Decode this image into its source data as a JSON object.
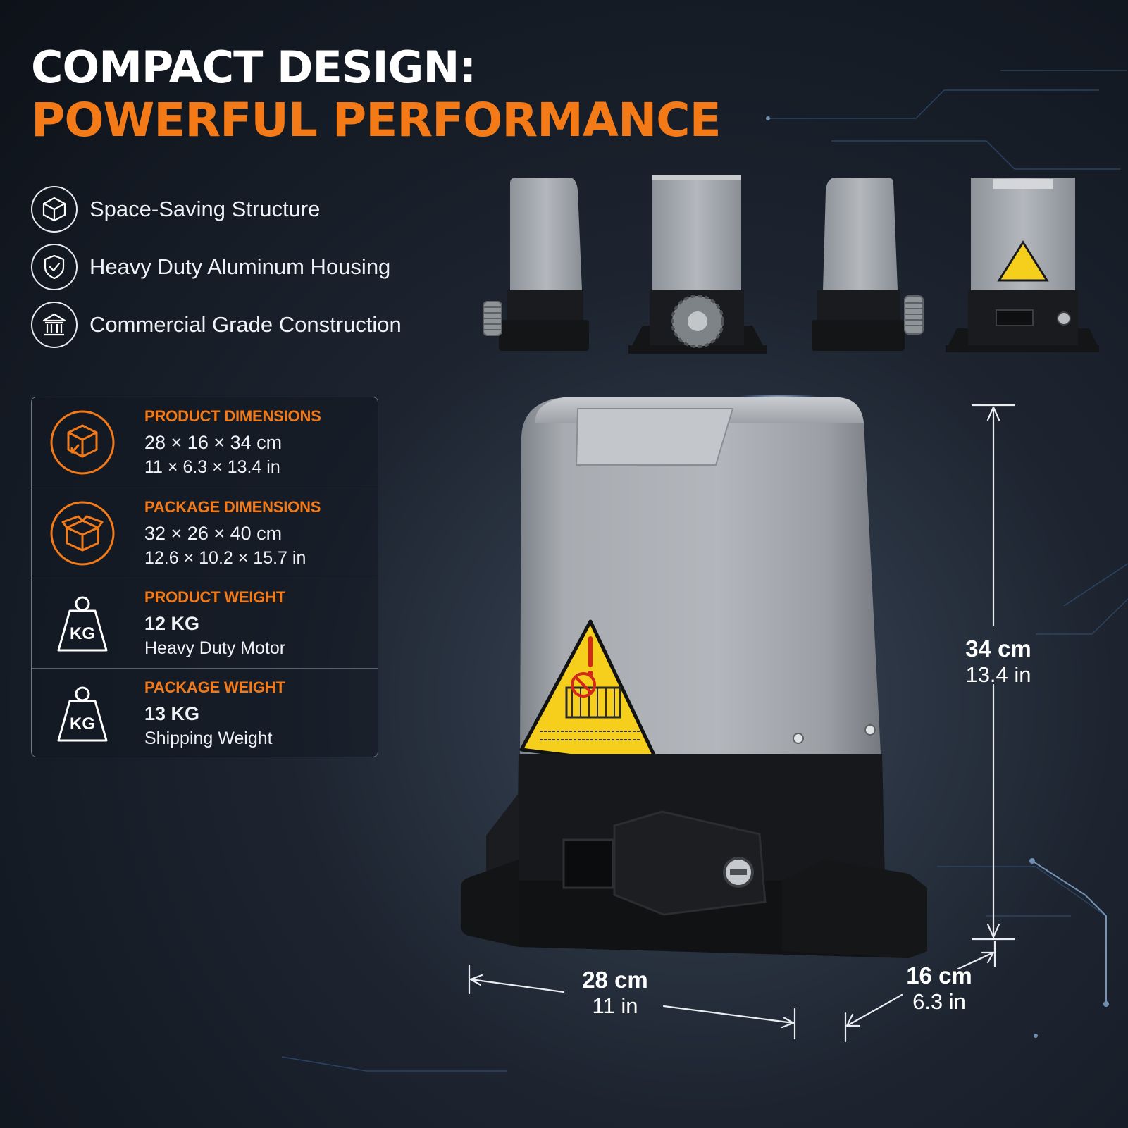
{
  "headline": {
    "line1": "COMPACT DESIGN:",
    "line2": "POWERFUL PERFORMANCE"
  },
  "features": [
    {
      "icon": "cube-icon",
      "label": "Space-Saving Structure"
    },
    {
      "icon": "shield-check-icon",
      "label": "Heavy Duty Aluminum Housing"
    },
    {
      "icon": "building-columns-icon",
      "label": "Commercial Grade Construction"
    }
  ],
  "specs": [
    {
      "icon": "box-dimensions-icon",
      "title": "PRODUCT DIMENSIONS",
      "line1": "28 × 16 × 34 cm",
      "line2": "11 × 6.3 × 13.4 in"
    },
    {
      "icon": "open-package-icon",
      "title": "PACKAGE DIMENSIONS",
      "line1": "32 × 26 × 40 cm",
      "line2": "12.6 × 10.2 × 15.7 in"
    },
    {
      "icon": "kg-weight-icon",
      "title": "PRODUCT WEIGHT",
      "line1": "12 KG",
      "line2": "Heavy Duty Motor"
    },
    {
      "icon": "kg-weight-icon",
      "title": "PACKAGE WEIGHT",
      "line1": "13 KG",
      "line2": "Shipping Weight"
    }
  ],
  "weight_icon_text": "KG",
  "dimensions": {
    "height": {
      "metric": "34 cm",
      "imperial": "13.4 in"
    },
    "width": {
      "metric": "28 cm",
      "imperial": "11 in"
    },
    "depth": {
      "metric": "16 cm",
      "imperial": "6.3 in"
    }
  },
  "colors": {
    "accent": "#f47a18",
    "background": "#121922",
    "housing_gray": "#a9adb2",
    "base_black": "#141517",
    "warning_yellow": "#f5cf1c"
  }
}
